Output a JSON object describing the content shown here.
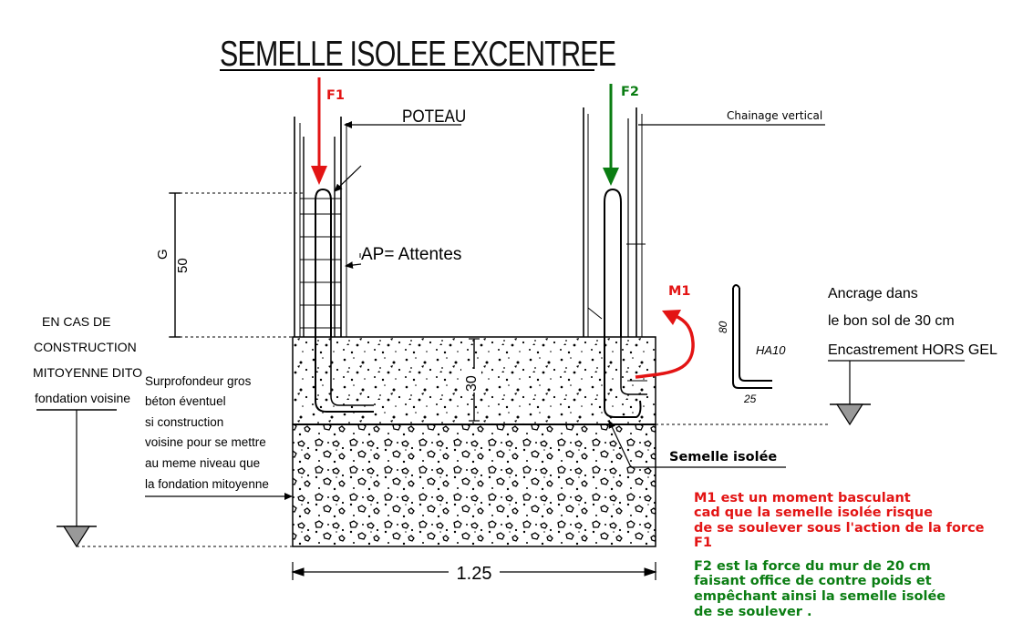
{
  "title": "SEMELLE ISOLEE EXCENTREE",
  "forces": {
    "f1": "F1",
    "f2": "F2",
    "m1": "M1"
  },
  "labels": {
    "poteau": "POTEAU",
    "attentes": "AP= Attentes",
    "chainage": "Chainage vertical",
    "dim_50": "50",
    "dim_30": "30",
    "dim_125": "1.25",
    "dim_80": "80",
    "dim_25": "25",
    "ha10": "HA10",
    "semelle": "Semelle isolée"
  },
  "left_note": [
    "EN CAS DE",
    "CONSTRUCTION",
    "MITOYENNE DITO",
    "fondation voisine"
  ],
  "surprof_note": [
    "Surprofondeur gros",
    "béton éventuel",
    "si construction",
    "voisine pour se mettre",
    "au meme niveau que",
    "la  fondation mitoyenne"
  ],
  "ancrage_note": [
    "Ancrage dans",
    "le bon sol de 30 cm",
    "Encastrement HORS GEL"
  ],
  "m1_note": [
    "M1 est un moment basculant",
    "cad que la semelle isolée risque",
    "de se soulever sous l'action de la force",
    "F1"
  ],
  "f2_note": [
    "F2 est la force du mur de 20 cm",
    "faisant office de contre poids et",
    "empêchant ainsi la semelle isolée",
    "de se soulever ."
  ],
  "colors": {
    "f1": "#e31414",
    "f2": "#0a7d12",
    "m1": "#e31414",
    "line": "#000000"
  }
}
